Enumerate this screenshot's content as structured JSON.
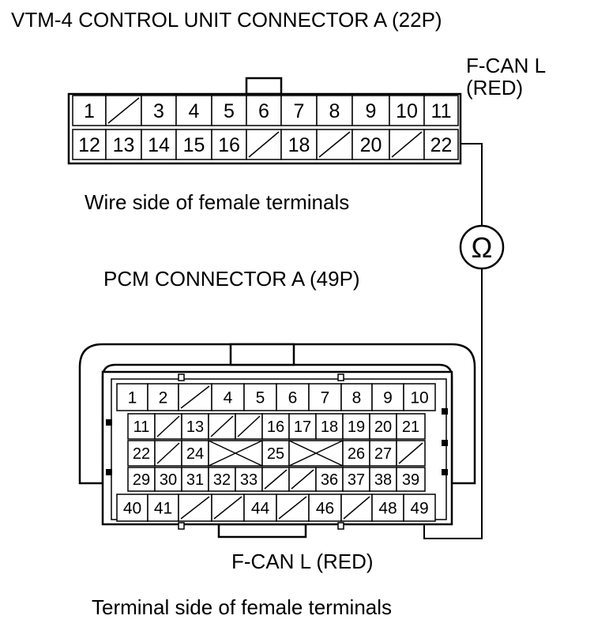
{
  "vtm4": {
    "title": "VTM-4 CONTROL UNIT CONNECTOR A (22P)",
    "row1": [
      "1",
      "",
      "3",
      "4",
      "5",
      "6",
      "7",
      "8",
      "9",
      "10",
      "11"
    ],
    "row2": [
      "12",
      "13",
      "14",
      "15",
      "16",
      "",
      "18",
      "",
      "20",
      "",
      "22"
    ],
    "caption": "Wire side of female terminals"
  },
  "fcan_top": {
    "line1": "F-CAN L",
    "line2": "(RED)"
  },
  "meter": {
    "symbol": "Ω"
  },
  "pcm": {
    "title": "PCM CONNECTOR A (49P)",
    "row1": [
      "1",
      "2",
      "",
      "4",
      "5",
      "6",
      "7",
      "8",
      "9",
      "10"
    ],
    "row2": [
      "11",
      "",
      "13",
      "",
      "",
      "16",
      "17",
      "18",
      "19",
      "20",
      "21"
    ],
    "row3": [
      "22",
      "",
      "24",
      "",
      "25",
      "",
      "26",
      "27",
      ""
    ],
    "row4": [
      "29",
      "30",
      "31",
      "32",
      "33",
      "",
      "",
      "36",
      "37",
      "38",
      "39"
    ],
    "row5": [
      "40",
      "41",
      "",
      "",
      "44",
      "",
      "46",
      "",
      "48",
      "49"
    ],
    "caption": "Terminal side of female terminals"
  },
  "fcan_bottom": {
    "label": "F-CAN L (RED)"
  },
  "colors": {
    "ink": "#000000",
    "background": "#ffffff"
  }
}
